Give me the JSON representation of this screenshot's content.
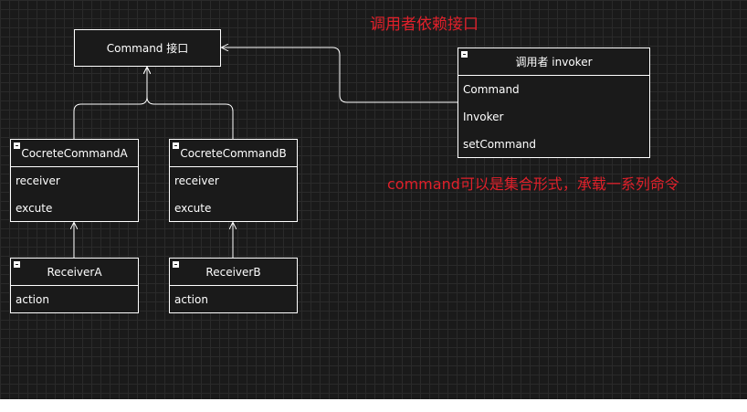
{
  "interface": {
    "label": "Command 接口"
  },
  "invoker": {
    "title": "调用者 invoker",
    "rows": [
      "Command",
      "Invoker",
      "setCommand"
    ]
  },
  "commandA": {
    "title": "CocreteCommandA",
    "rows": [
      "receiver",
      "excute"
    ]
  },
  "commandB": {
    "title": "CocreteCommandB",
    "rows": [
      "receiver",
      "excute"
    ]
  },
  "receiverA": {
    "title": "ReceiverA",
    "rows": [
      "action"
    ]
  },
  "receiverB": {
    "title": "ReceiverB",
    "rows": [
      "action"
    ]
  },
  "notes": {
    "invoker_dependency": "调用者依赖接口",
    "collection": "command可以是集合形式，承载一系列命令"
  },
  "colors": {
    "canvas": "#1a1a1a",
    "grid": "#2a2a2a",
    "stroke": "#ffffff",
    "note": "#e0202a"
  }
}
